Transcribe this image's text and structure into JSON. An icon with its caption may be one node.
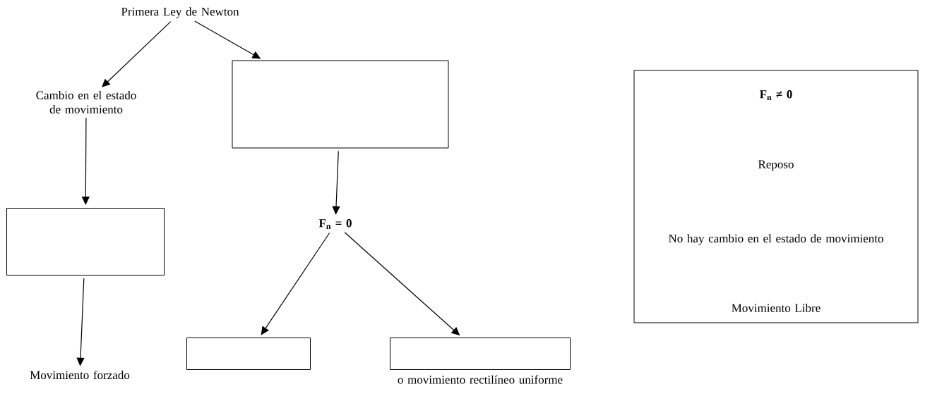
{
  "diagram": {
    "nodes": [
      {
        "text": [
          "Primera Ley de Newton"
        ]
      },
      {
        "text": [
          "Cambio en el estado de movimiento"
        ]
      },
      {
        "text": [],
        "shape": "box"
      },
      {
        "text": [],
        "shape": "box"
      },
      {
        "text": [
          "Movimiento forzado"
        ]
      },
      {
        "text": [
          "F$_{n}$ = 0"
        ]
      },
      {
        "text": [],
        "shape": "box"
      },
      {
        "text": [],
        "shape": "box",
        "beside": [
          "o movimiento rectilíneo uniforme"
        ]
      },
      {
        "text": [
          "F$_{n}$ ≠ 0",
          "Reposo",
          "No hay cambio en el estado de movimiento",
          "Movimiento Libre"
        ]
      }
    ],
    "edges": [
      {
        "from": 0,
        "to": 1,
        "arrow": "to"
      },
      {
        "from": 0,
        "to": 2,
        "arrow": "to"
      },
      {
        "from": 1,
        "to": 3,
        "arrow": "to"
      },
      {
        "from": 2,
        "to": 5,
        "arrow": "to"
      },
      {
        "from": 3,
        "to": 4,
        "arrow": "to"
      },
      {
        "from": 5,
        "to": 6,
        "arrow": "to"
      },
      {
        "from": 5,
        "to": 7,
        "arrow": "to"
      }
    ]
  }
}
